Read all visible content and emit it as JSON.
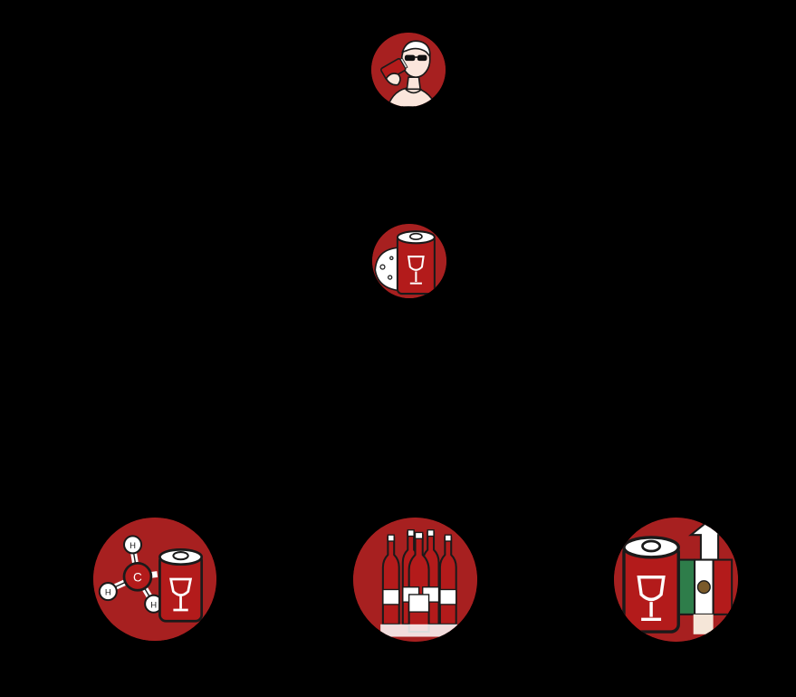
{
  "colors": {
    "background": "#000000",
    "badge_fill": "#a72020",
    "ink": "#1a1a1a",
    "paper": "#ffffff",
    "flag_green": "#2e7d4a",
    "flag_red": "#b31b1b"
  },
  "badges": [
    {
      "icon": "man-drinking-from-can-icon"
    },
    {
      "icon": "wine-can-and-cheese-icon"
    },
    {
      "icon": "methane-molecule-and-wine-can-icon"
    },
    {
      "icon": "wine-bottles-group-icon"
    },
    {
      "icon": "wine-can-mexico-flag-export-icon"
    }
  ],
  "molecule": {
    "atoms": [
      "H",
      "C",
      "H",
      "H"
    ]
  }
}
